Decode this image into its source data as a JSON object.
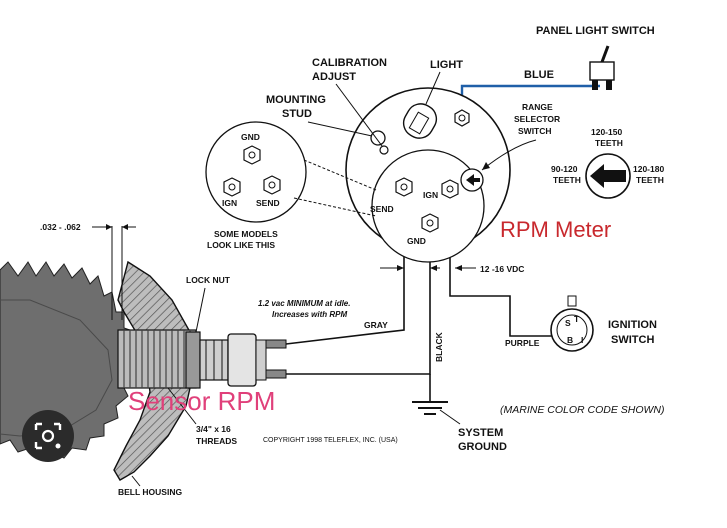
{
  "labels": {
    "panel_light_switch": "PANEL LIGHT SWITCH",
    "blue": "BLUE",
    "light": "LIGHT",
    "calibration_1": "CALIBRATION",
    "calibration_2": "ADJUST",
    "mounting_1": "MOUNTING",
    "mounting_2": "STUD",
    "range_1": "RANGE",
    "range_2": "SELECTOR",
    "range_3": "SWITCH",
    "teeth_120_150_a": "120-150",
    "teeth_120_150_b": "TEETH",
    "teeth_90_120_a": "90-120",
    "teeth_90_120_b": "TEETH",
    "teeth_120_180_a": "120-180",
    "teeth_120_180_b": "TEETH",
    "gnd": "GND",
    "ign": "IGN",
    "send": "SEND",
    "some_models_1": "SOME MODELS",
    "some_models_2": "LOOK LIKE THIS",
    "rpm_meter": "RPM Meter",
    "gap": ".032 - .062",
    "lock_nut": "LOCK NUT",
    "vdc": "12 -16 VDC",
    "min_1": "1.2 vac MINIMUM at idle.",
    "min_2": "Increases with RPM",
    "gray": "GRAY",
    "black": "BLACK",
    "purple": "PURPLE",
    "ignition_1": "IGNITION",
    "ignition_2": "SWITCH",
    "switch_s": "S",
    "switch_t": "T",
    "switch_b": "B",
    "switch_i": "I",
    "sensor_rpm": "Sensor RPM",
    "threads_1": "3/4\" x 16",
    "threads_2": "THREADS",
    "copyright": "COPYRIGHT 1998 TELEFLEX, INC. (USA)",
    "marine": "(MARINE COLOR CODE SHOWN)",
    "system_1": "SYSTEM",
    "system_2": "GROUND",
    "bell_housing": "BELL HOUSING"
  },
  "colors": {
    "blue_wire": "#1f5fa8",
    "annotation_red": "#c8282d",
    "annotation_pink": "#e0407a",
    "gear_gray": "#6e6e6e",
    "lens_icon_bg": "#2b2b2b"
  },
  "icons": {
    "lens": "google-lens-icon"
  }
}
